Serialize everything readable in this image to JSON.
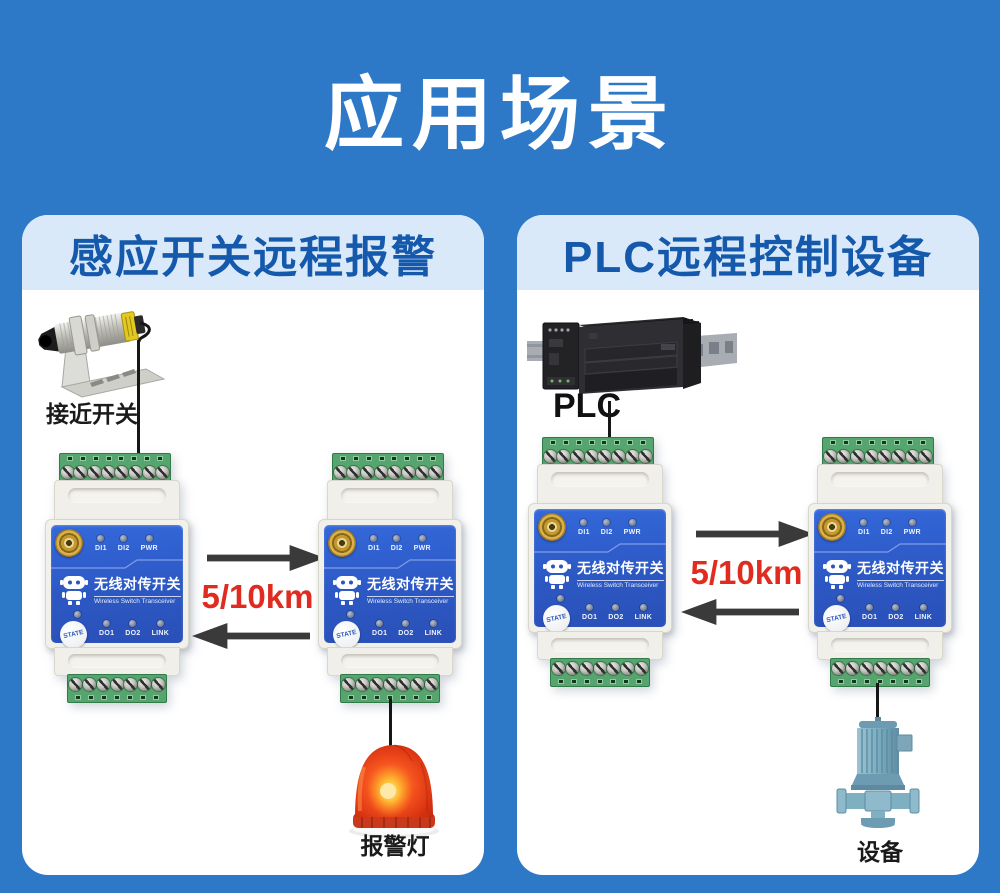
{
  "title": "应用场景",
  "left_panel": {
    "header": "感应开关远程报警",
    "sensor_label": "接近开关",
    "distance_label": "5/10km",
    "alarm_label": "报警灯"
  },
  "right_panel": {
    "header": "PLC远程控制设备",
    "plc_label": "PLC",
    "distance_label": "5/10km",
    "device_label": "设备"
  },
  "module": {
    "brand_cn": "无线对传开关",
    "brand_en": "Wireless Switch Transceiver",
    "state_button": "STATE",
    "leds_top": [
      "DI1",
      "DI2",
      "PWR"
    ],
    "leds_bottom": [
      "DO1",
      "DO2",
      "LINK"
    ]
  },
  "colors": {
    "background": "#2e79c7",
    "card": "#ffffff",
    "card_header_bg": "#d9e9fa",
    "header_text": "#1459ab",
    "title_text": "#ffffff",
    "distance_text": "#e02b20",
    "arrow": "#3a3a3a",
    "module_face_blue": "#2c57c2",
    "terminal_green": "#56a46e",
    "alarm_orange": "#f4511e",
    "pump_teal": "#7fb0c2"
  }
}
